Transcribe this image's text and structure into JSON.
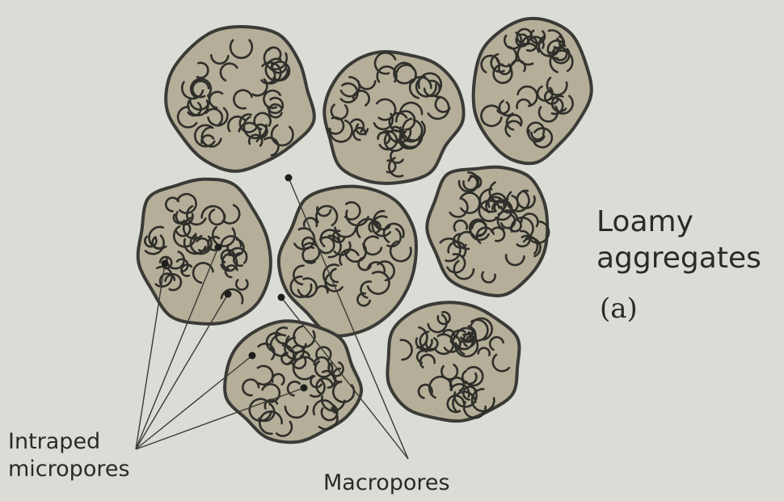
{
  "title_line1": "Loamy",
  "title_line2": "aggregates",
  "panel_label": "(a)",
  "intraped_line1": "Intraped",
  "intraped_line2": "micropores",
  "macropores_label": "Macropores",
  "colors": {
    "background": "#dcdcd6",
    "aggregate_fill": "#b5ae98",
    "outline": "#3a3a36",
    "text": "#2a2a2a"
  }
}
